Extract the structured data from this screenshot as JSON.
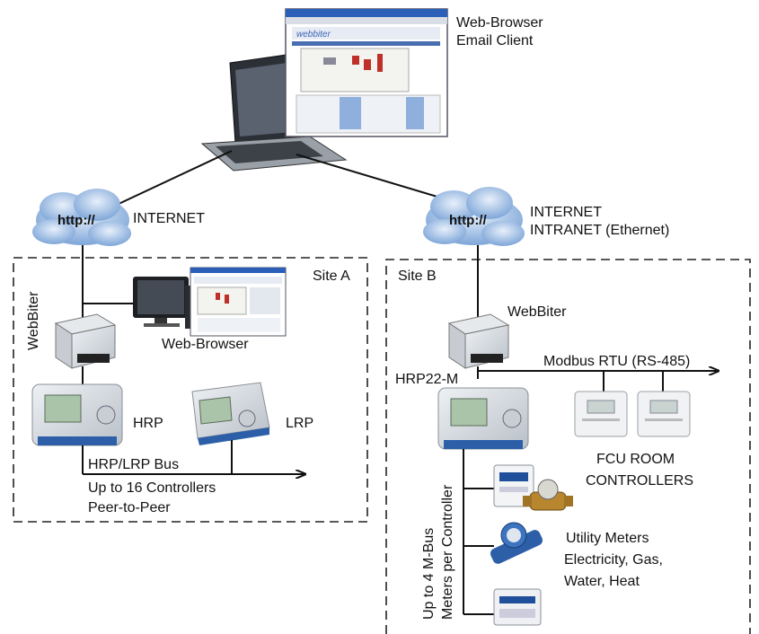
{
  "top": {
    "browser_lines": [
      "Web-Browser",
      "Email Client"
    ],
    "screen_brand": "webbiter"
  },
  "clouds": {
    "left": {
      "text": "http://",
      "label": "INTERNET"
    },
    "right": {
      "text": "http://",
      "label_lines": [
        "INTERNET",
        "INTRANET (Ethernet)"
      ]
    }
  },
  "site_a": {
    "title": "Site A",
    "webbiter_vertical": "WebBiter",
    "web_browser": "Web-Browser",
    "hrp": "HRP",
    "lrp": "LRP",
    "bus_lines": [
      "HRP/LRP Bus",
      "Up to 16 Controllers",
      "Peer-to-Peer"
    ]
  },
  "site_b": {
    "title": "Site B",
    "webbiter": "WebBiter",
    "hrp22m": "HRP22-M",
    "modbus": "Modbus RTU (RS-485)",
    "fcu_lines": [
      "FCU ROOM",
      "CONTROLLERS"
    ],
    "mbus_vertical_lines": [
      "Up to 4 M-Bus",
      "Meters per Controller"
    ],
    "meters_lines": [
      "Utility Meters",
      "Electricity, Gas,",
      "Water, Heat"
    ]
  },
  "colors": {
    "line": "#111111",
    "cloud": "#8fb3e0",
    "device_grey": "#d9dde2",
    "lcd": "#a9c4a8",
    "meter_blue": "#2c5fa8"
  }
}
